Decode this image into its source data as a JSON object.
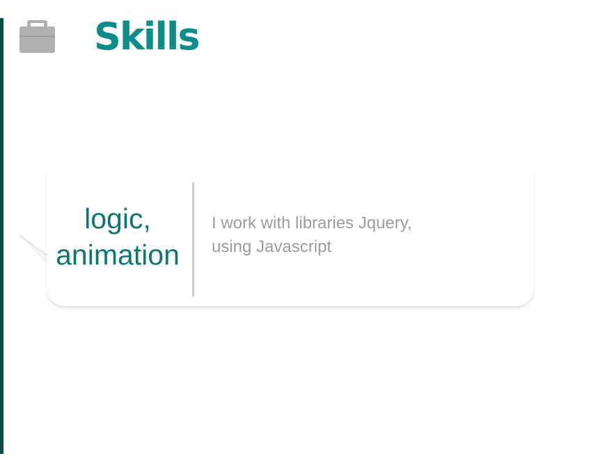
{
  "section": {
    "title": "Skills",
    "icon": "briefcase-icon",
    "icon_color": "#b0b0b0",
    "title_color": "#0e8c8c",
    "timeline_color": "#0b4a4a"
  },
  "skill": {
    "name_line1": "logic,",
    "name_line2": "animation",
    "description_line1": "I work with libraries Jquery,",
    "description_line2": "using Javascript",
    "name_color": "#0e7575",
    "description_color": "#9c9c9c"
  }
}
